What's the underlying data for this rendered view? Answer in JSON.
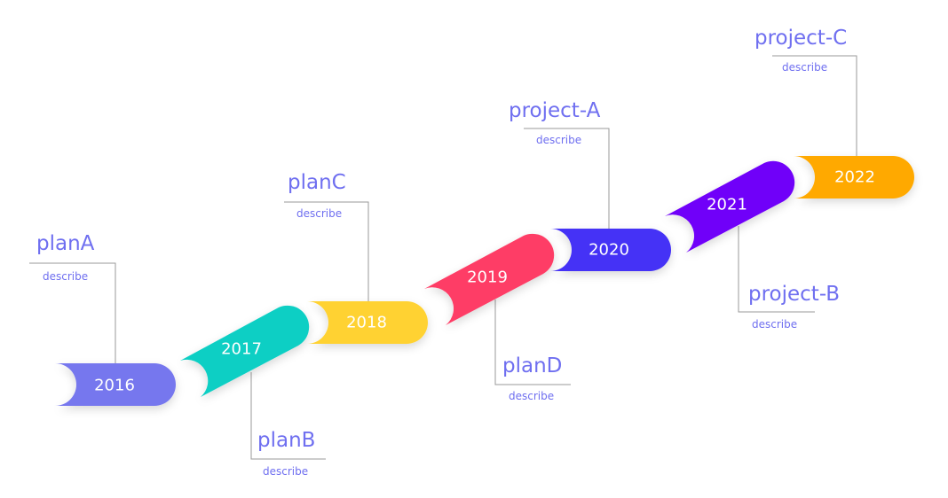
{
  "timeline": {
    "items": [
      {
        "year": "2016",
        "title": "planA",
        "desc": "describe",
        "color": "#7677ee"
      },
      {
        "year": "2017",
        "title": "planB",
        "desc": "describe",
        "color": "#0bcfc4"
      },
      {
        "year": "2018",
        "title": "planC",
        "desc": "describe",
        "color": "#ffd233"
      },
      {
        "year": "2019",
        "title": "planD",
        "desc": "describe",
        "color": "#fe3d66"
      },
      {
        "year": "2020",
        "title": "project-A",
        "desc": "describe",
        "color": "#4431f6"
      },
      {
        "year": "2021",
        "title": "project-B",
        "desc": "describe",
        "color": "#7001f9"
      },
      {
        "year": "2022",
        "title": "project-C",
        "desc": "describe",
        "color": "#ffa903"
      }
    ]
  }
}
